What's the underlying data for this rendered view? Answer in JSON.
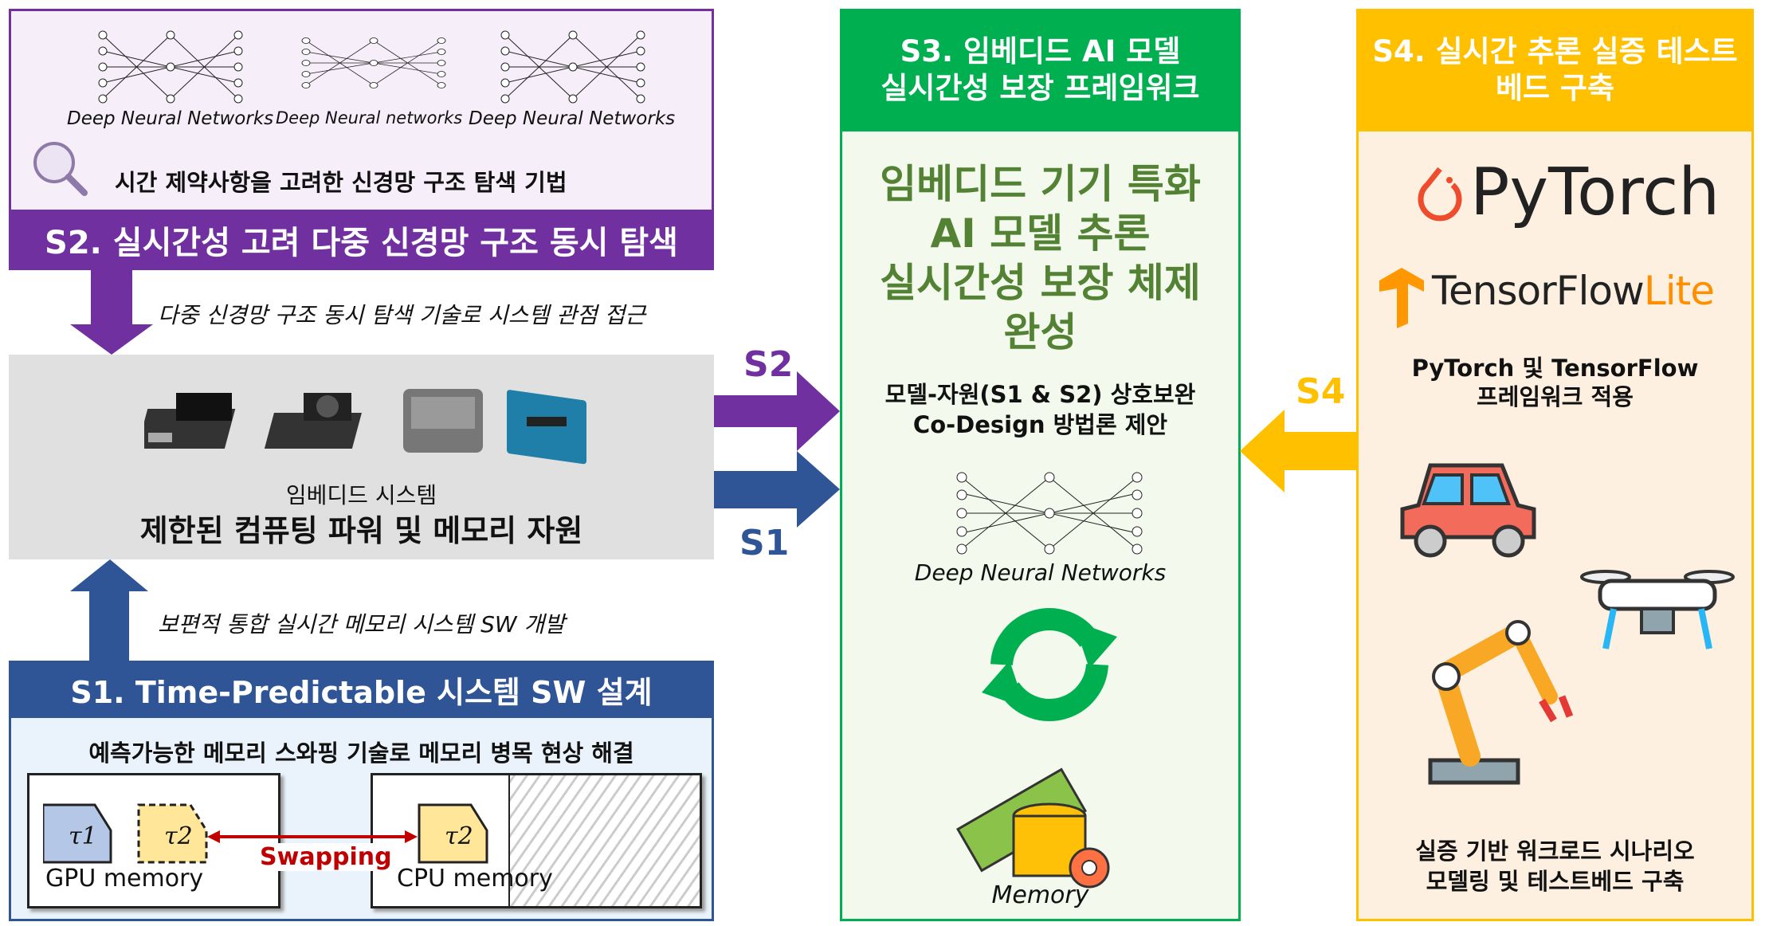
{
  "s2": {
    "title": "S2. 실시간성 고려 다중 신경망 구조 동시 탐색",
    "dnn_labels": [
      "Deep Neural Networks",
      "Deep Neural networks",
      "Deep Neural Networks"
    ],
    "subtitle": "시간 제약사항을 고려한 신경망 구조 탐색 기법",
    "arrow_caption": "다중 신경망 구조 동시 탐색 기술로 시스템 관점 접근"
  },
  "embedded": {
    "label": "임베디드 시스템",
    "title": "제한된 컴퓨팅 파워 및 메모리 자원"
  },
  "s1": {
    "arrow_caption": "보편적 통합 실시간 메모리 시스템 SW 개발",
    "title": "S1. Time-Predictable 시스템 SW 설계",
    "subtitle": "예측가능한 메모리 스와핑 기술로 메모리 병목 현상 해결",
    "gpu_label": "GPU memory",
    "cpu_label": "CPU memory",
    "task1": "τ1",
    "task2": "τ2",
    "swap_label": "Swapping"
  },
  "arrows": {
    "s2": "S2",
    "s1": "S1",
    "s4": "S4"
  },
  "s3": {
    "title_line1": "S3. 임베디드 AI 모델",
    "title_line2": "실시간성 보장 프레임워크",
    "goal": [
      "임베디드 기기 특화",
      "AI 모델 추론",
      "실시간성 보장 체제",
      "완성"
    ],
    "codesign_line1": "모델-자원(S1 & S2) 상호보완",
    "codesign_line2": "Co-Design 방법론 제안",
    "dnn_label": "Deep Neural Networks",
    "memory_label": "Memory"
  },
  "s4": {
    "title": "S4. 실시간 추론 실증 테스트 베드 구축",
    "pytorch_logo": "PyTorch",
    "tflite_logo_main": "TensorFlow",
    "tflite_logo_lite": "Lite",
    "framework_line1": "PyTorch 및 TensorFlow",
    "framework_line2": "프레임워크 적용",
    "testbed_line1": "실증 기반 워크로드 시나리오",
    "testbed_line2": "모델링 및 테스트베드 구축"
  },
  "colors": {
    "purple": "#7030a0",
    "blue": "#2f5597",
    "green": "#00b050",
    "yellow": "#ffc000",
    "goal_green": "#548235"
  }
}
